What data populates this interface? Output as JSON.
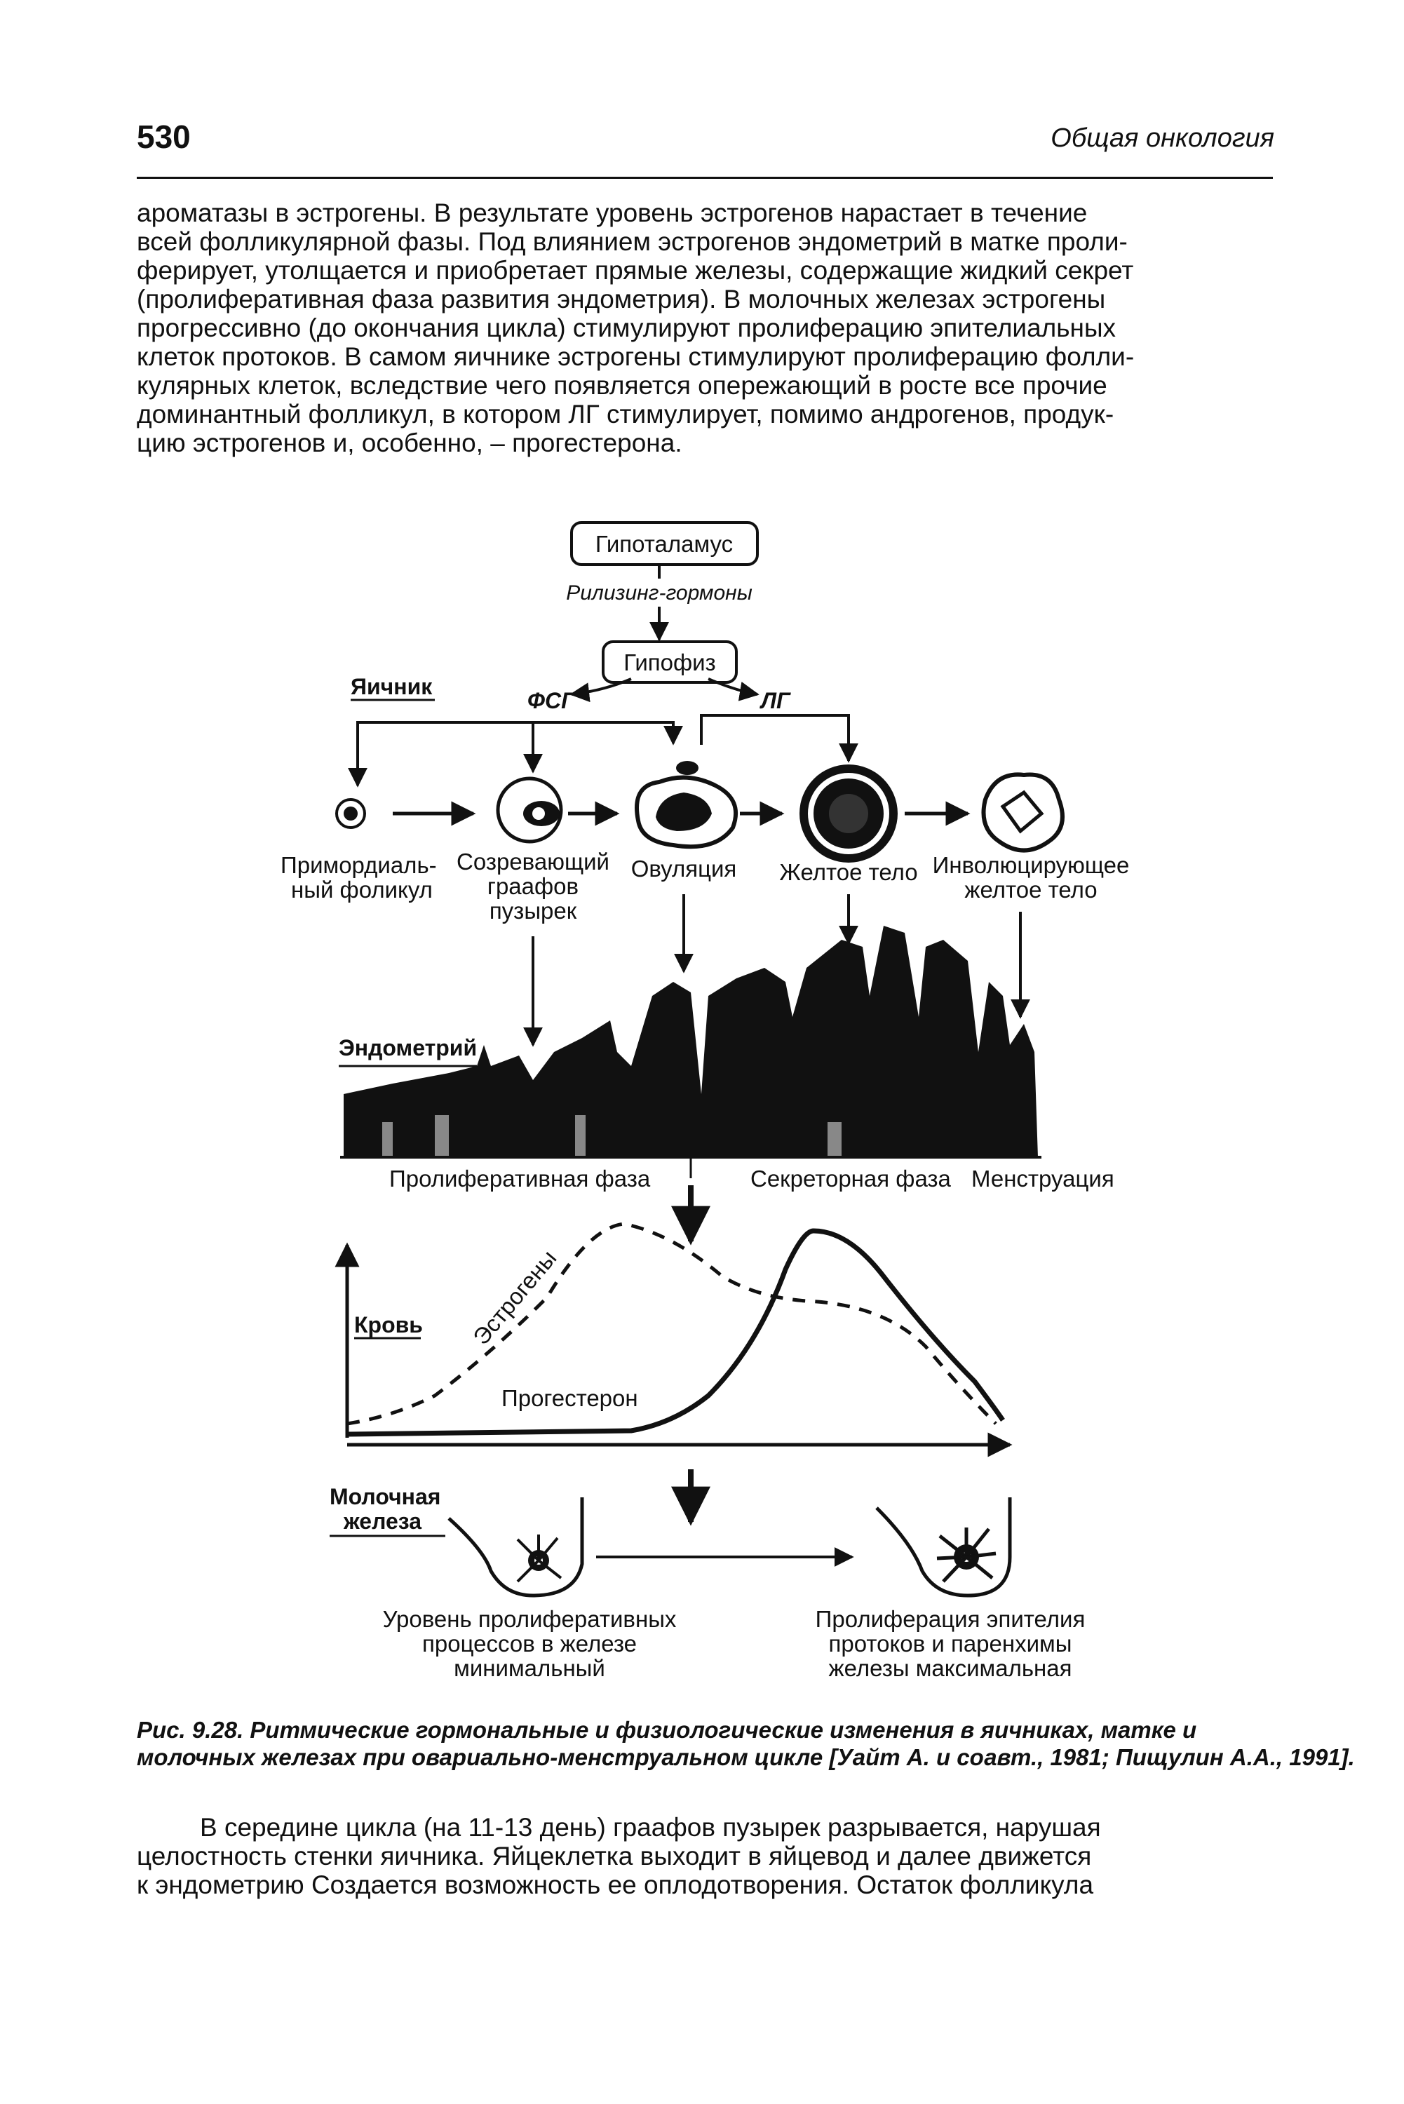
{
  "header": {
    "page_number": "530",
    "running_title": "Общая онкология"
  },
  "paragraph_top": [
    "ароматазы в эстрогены. В результате уровень эстрогенов нарастает в течение",
    "всей фолликулярной фазы. Под влиянием эстрогенов эндометрий в матке проли-",
    "ферирует, утолщается и приобретает прямые железы, содержащие жидкий секрет",
    "(пролиферативная фаза развития эндометрия). В молочных железах эстрогены",
    "прогрессивно (до окончания цикла) стимулируют пролиферацию эпителиальных",
    "клеток протоков. В самом яичнике эстрогены стимулируют пролиферацию фолли-",
    "кулярных клеток, вследствие чего появляется опережающий в росте все прочие",
    "доминантный фолликул, в котором ЛГ стимулирует, помимо андрогенов, продук-",
    "цию эстрогенов и, особенно, – прогестерона."
  ],
  "figure": {
    "hypothalamus": "Гипоталамус",
    "releasing_hormones": "Рилизинг-гормоны",
    "pituitary": "Гипофиз",
    "ovary": "Яичник",
    "fsh": "ФСГ",
    "lh": "ЛГ",
    "stages": {
      "primordial_1": "Примордиаль-",
      "primordial_2": "ный фоликул",
      "maturing_1": "Созревающий",
      "maturing_2": "граафов",
      "maturing_3": "пузырек",
      "ovulation": "Овуляция",
      "corpus_luteum": "Желтое тело",
      "involuting_1": "Инволюцирующее",
      "involuting_2": "желтое тело"
    },
    "endometrium": "Эндометрий",
    "phases": {
      "proliferative": "Пролиферативная фаза",
      "secretory": "Секреторная фаза",
      "menstruation": "Менструация"
    },
    "blood": "Кровь",
    "estrogens": "Эстрогены",
    "progesterone": "Прогестерон",
    "breast_1": "Молочная",
    "breast_2": "железа",
    "breast_left": [
      "Уровень пролиферативных",
      "процессов в железе",
      "минимальный"
    ],
    "breast_right": [
      "Пролиферация эпителия",
      "протоков и паренхимы",
      "железы максимальная"
    ]
  },
  "caption": [
    "Рис. 9.28. Ритмические гормональные и физиологические изменения в яичниках, матке и",
    "молочных железах при овариально-менструальном цикле [Уайт А. и соавт., 1981; Пищулин А.А., 1991]."
  ],
  "paragraph_bottom": [
    "В середине цикла (на 11-13 день) граафов пузырек разрывается, нарушая",
    "целостность стенки яичника. Яйцеклетка выходит в яйцевод и далее движется",
    "к эндометрию Создается возможность ее оплодотворения. Остаток фолликула"
  ]
}
